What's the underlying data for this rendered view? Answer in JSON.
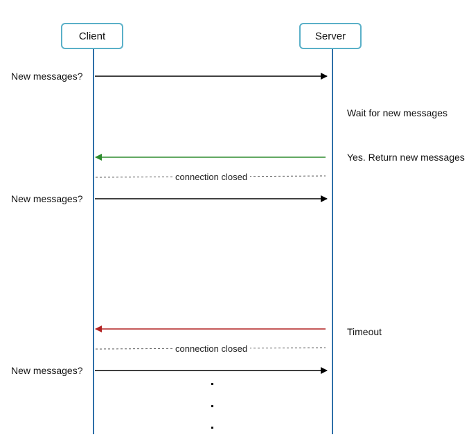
{
  "actors": {
    "client": "Client",
    "server": "Server"
  },
  "messages": {
    "request_1": "New messages?",
    "wait": "Wait for new messages",
    "return": "Yes. Return new messages",
    "closed_1": "connection closed",
    "request_2": "New messages?",
    "timeout": "Timeout",
    "closed_2": "connection closed",
    "request_3": "New messages?"
  },
  "colors": {
    "request_arrow": "#000000",
    "return_arrow": "#2e8b2e",
    "timeout_arrow": "#b22222",
    "actor_border": "#5ab0c8",
    "lifeline": "#2e6fa8"
  },
  "continuation": "..."
}
